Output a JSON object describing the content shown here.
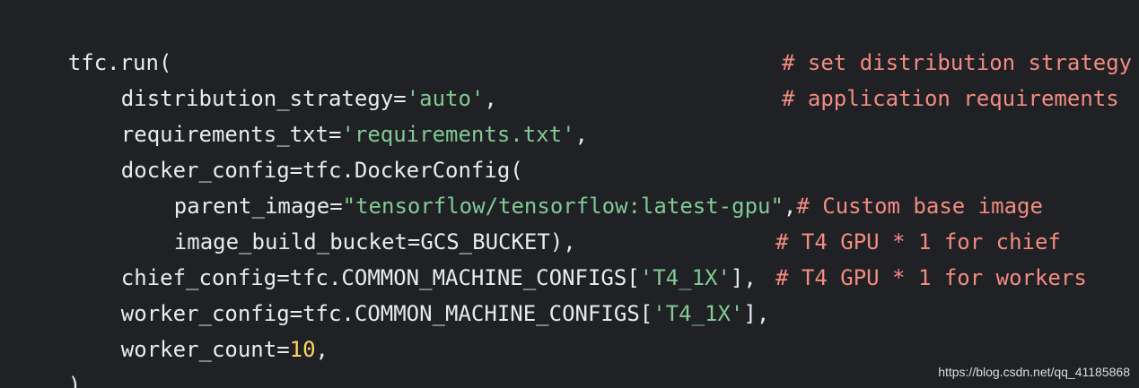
{
  "code": {
    "line1": "tfc.run(",
    "line2_param": "distribution_strategy=",
    "line2_value": "'auto'",
    "line2_tail": ",",
    "line2_comment": "# set distribution strategy",
    "line3_param": "requirements_txt=",
    "line3_value": "'requirements.txt'",
    "line3_tail": ",",
    "line3_comment": "# application requirements",
    "line4": "docker_config=tfc.DockerConfig(",
    "line5_param": "parent_image=",
    "line5_value": "\"tensorflow/tensorflow:latest-gpu\"",
    "line5_tail": ",",
    "line5_comment": "# Custom base image",
    "line6": "image_build_bucket=GCS_BUCKET),",
    "line7_param": "chief_config=tfc.COMMON_MACHINE_CONFIGS[",
    "line7_value": "'T4_1X'",
    "line7_tail": "],",
    "line7_comment": "# T4 GPU * 1 for chief",
    "line8_param": "worker_config=tfc.COMMON_MACHINE_CONFIGS[",
    "line8_value": "'T4_1X'",
    "line8_tail": "],",
    "line8_comment": "# T4 GPU * 1 for workers",
    "line9_param": "worker_count=",
    "line9_value": "10",
    "line9_tail": ",",
    "line10": ")"
  },
  "watermark": "https://blog.csdn.net/qq_41185868",
  "colors": {
    "background": "#202124",
    "text": "#e8eaed",
    "string": "#81c995",
    "number": "#fdd663",
    "comment": "#f28b82"
  }
}
